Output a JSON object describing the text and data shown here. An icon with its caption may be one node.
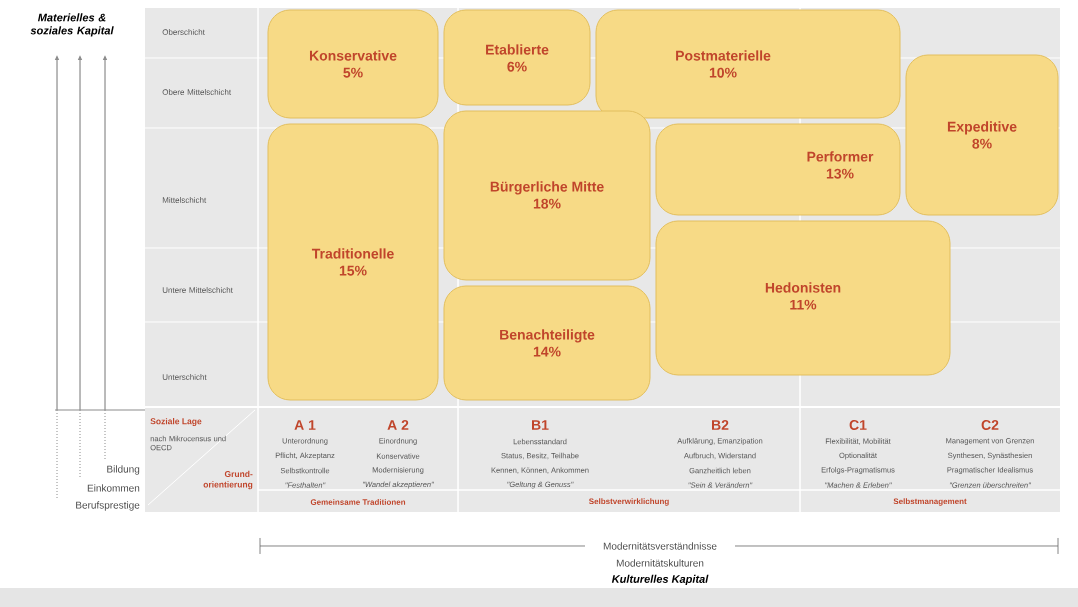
{
  "diagram": {
    "nodes": [
      {
        "text": [
          "Konservative",
          "5%"
        ]
      },
      {
        "text": [
          "Etablierte",
          "6%"
        ]
      },
      {
        "text": [
          "Postmaterielle",
          "10%"
        ]
      },
      {
        "text": [
          "Performer",
          "13%"
        ]
      },
      {
        "text": [
          "Expeditive",
          "8%"
        ]
      },
      {
        "text": [
          "Bürgerliche Mitte",
          "18%"
        ]
      },
      {
        "text": [
          "Traditionelle",
          "15%"
        ]
      },
      {
        "text": [
          "Hedonisten",
          "11%"
        ]
      },
      {
        "text": [
          "Benachteiligte",
          "14%"
        ]
      }
    ],
    "labels": [
      "Materielles & soziales Kapital",
      "Oberschicht",
      "Obere Mittelschicht",
      "Mittelschicht",
      "Untere Mittelschicht",
      "Unterschicht",
      "Soziale Lage",
      "nach Mikrocensus und OECD",
      "Grund-orientierung",
      "A 1",
      "Unterordnung",
      "Pflicht, Akzeptanz",
      "Selbstkontrolle",
      "\"Festhalten\"",
      "A 2",
      "Einordnung",
      "Konservative",
      "Modernisierung",
      "\"Wandel akzeptieren\"",
      "B1",
      "Lebensstandard",
      "Status, Besitz, Teilhabe",
      "Kennen, Können, Ankommen",
      "\"Geltung & Genuss\"",
      "B2",
      "Aufklärung, Emanzipation",
      "Aufbruch, Widerstand",
      "Ganzheitlich leben",
      "\"Sein & Verändern\"",
      "C1",
      "Flexibilität, Mobilität",
      "Optionalität",
      "Erfolgs-Pragmatismus",
      "\"Machen & Erleben\"",
      "C2",
      "Management von Grenzen",
      "Synthesen, Synästhesien",
      "Pragmatischer Idealismus",
      "\"Grenzen überschreiten\"",
      "Gemeinsame Traditionen",
      "Selbstverwirklichung",
      "Selbstmanagement",
      "Bildung",
      "Einkommen",
      "Berufsprestige",
      "Modernitätsverständnisse",
      "Modernitätskulturen",
      "Kulturelles Kapital"
    ]
  }
}
